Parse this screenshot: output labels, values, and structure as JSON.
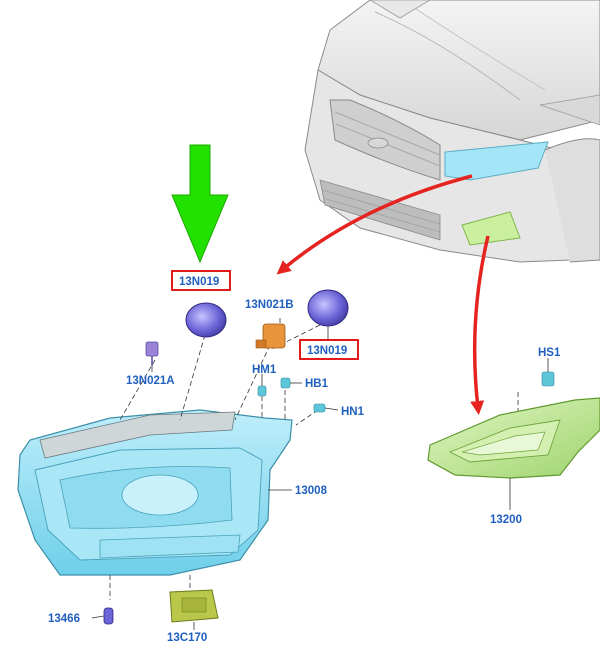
{
  "diagram": {
    "part_labels": {
      "p13n019_left": "13N019",
      "p13n021b": "13N021B",
      "p13n019_right": "13N019",
      "p13n021a": "13N021A",
      "hm1": "HM1",
      "hb1": "HB1",
      "hn1": "HN1",
      "hs1": "HS1",
      "p13008": "13008",
      "p13200": "13200",
      "p13466": "13466",
      "p13c170": "13C170"
    },
    "colors": {
      "label_text": "#1f5fbf",
      "highlight_box": "#e00000",
      "pointer_arrow": "#e52420",
      "callout_arrow": "#22e000",
      "headlamp": "#7fd8f0",
      "fog_lamp_bezel": "#b8e68c",
      "dust_cap": "#6b63d6",
      "bulb_socket": "#e8943a",
      "module": "#b9c84a"
    },
    "icons": [
      "green-down-arrow-icon",
      "red-pointer-arrow-icon"
    ]
  }
}
